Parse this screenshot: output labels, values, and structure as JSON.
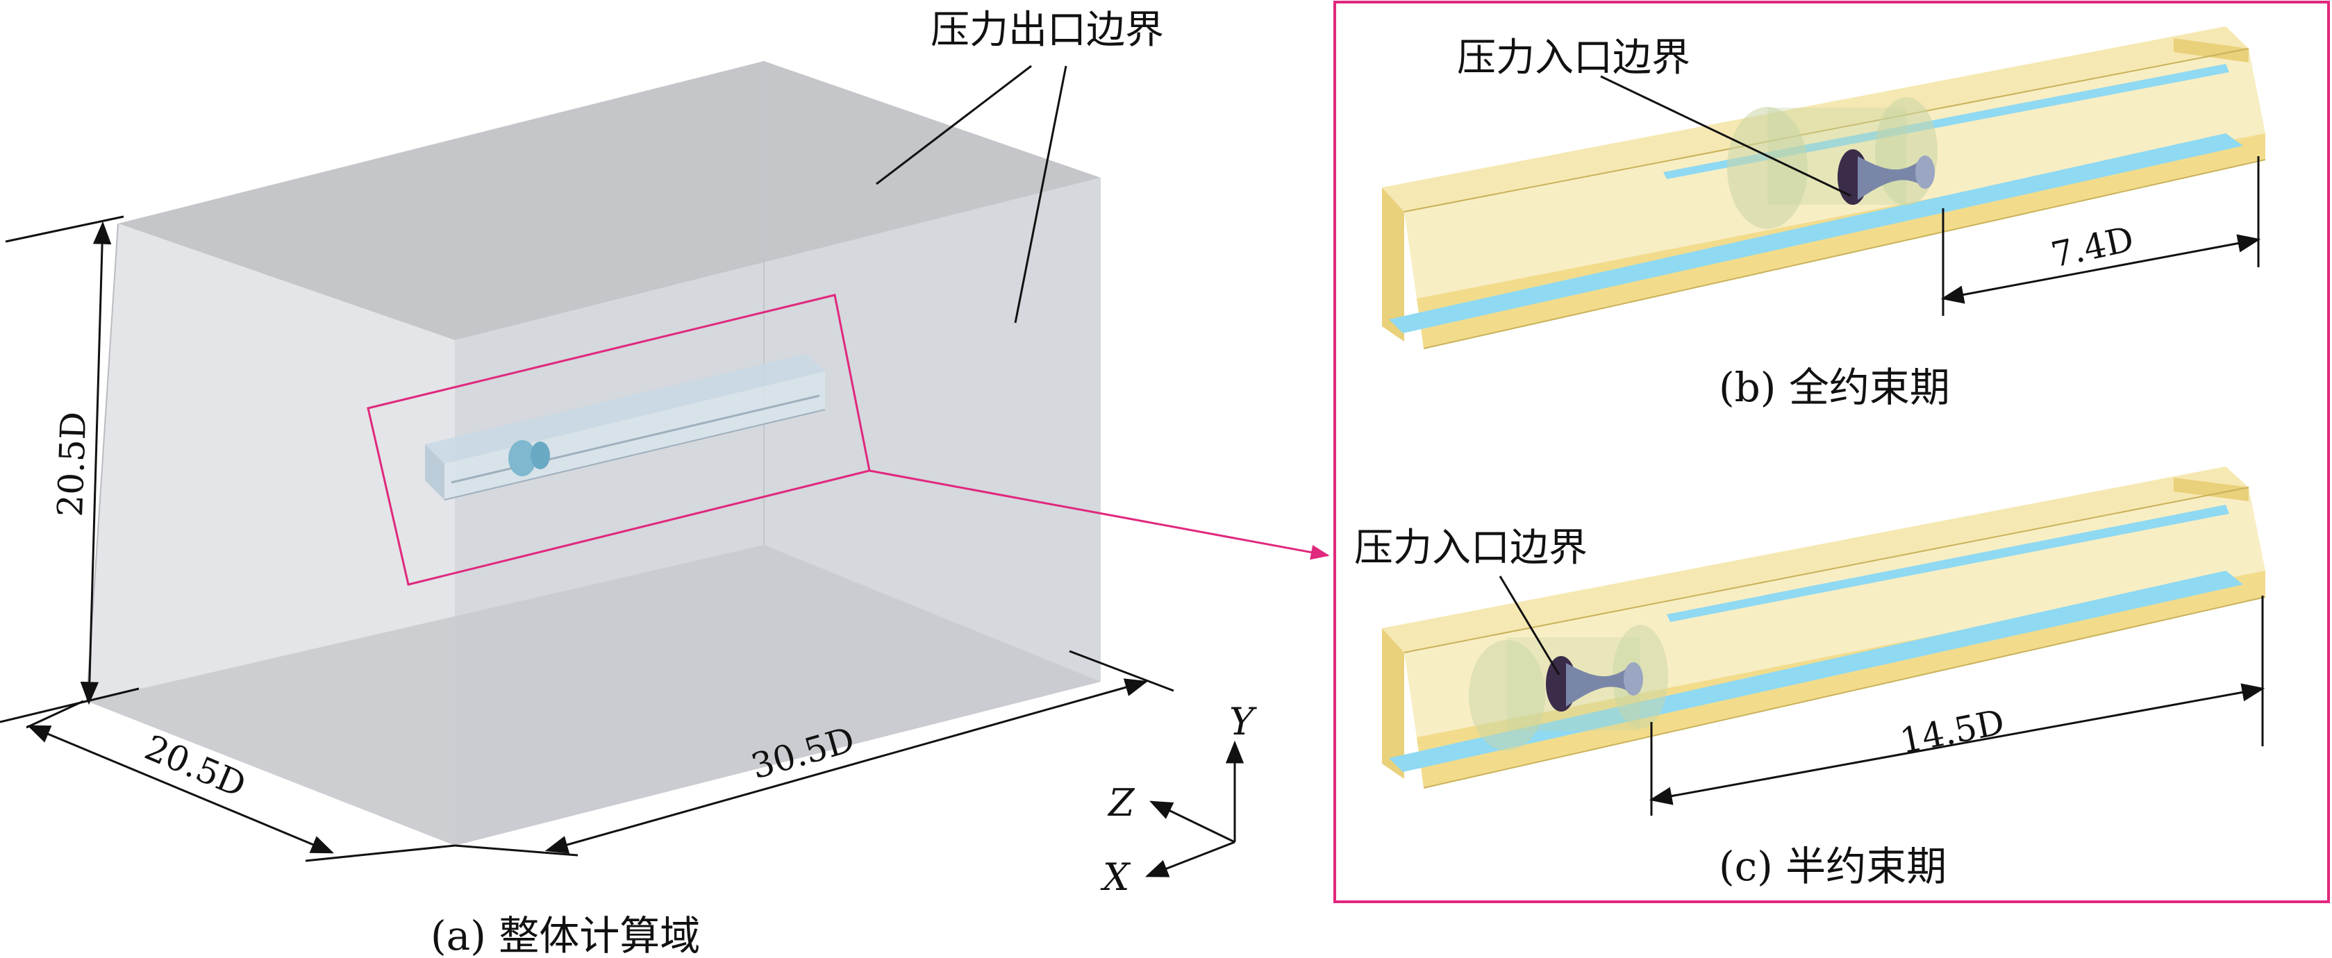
{
  "colors": {
    "box_top": "#c4c6c9",
    "box_front": "#dde0e4",
    "box_side": "#d2d5d9",
    "box_bottom": "#c9cbcf",
    "highlight": "#e0287e",
    "channel_yellow": "#f2dc8c",
    "channel_yellow_edge": "#c9b25a",
    "channel_blue": "#8fd9f2",
    "body_dark": "#3b2c4a",
    "line": "#111111"
  },
  "panel_a": {
    "outlet_label": "压力出口边界",
    "dim_height": "20.5D",
    "dim_depth": "20.5D",
    "dim_length": "30.5D",
    "caption": "(a) 整体计算域"
  },
  "axes": {
    "x": "X",
    "y": "Y",
    "z": "Z"
  },
  "panel_b": {
    "inlet_label": "压力入口边界",
    "dim": "7.4D",
    "caption": "(b) 全约束期"
  },
  "panel_c": {
    "inlet_label": "压力入口边界",
    "dim": "14.5D",
    "caption": "(c) 半约束期"
  }
}
